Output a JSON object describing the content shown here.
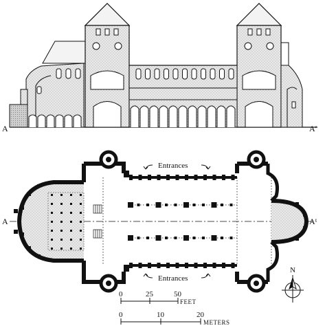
{
  "elevation": {
    "section_left": "A",
    "section_right": "A′"
  },
  "plan": {
    "section_left": "A",
    "section_right": "A′",
    "entrances_top": "Entrances",
    "entrances_bottom": "Entrances",
    "north": "N"
  },
  "scales": {
    "feet": {
      "ticks": [
        "0",
        "25",
        "50"
      ],
      "unit": "FEET"
    },
    "meters": {
      "ticks": [
        "0",
        "10",
        "20"
      ],
      "unit": "METERS"
    }
  }
}
